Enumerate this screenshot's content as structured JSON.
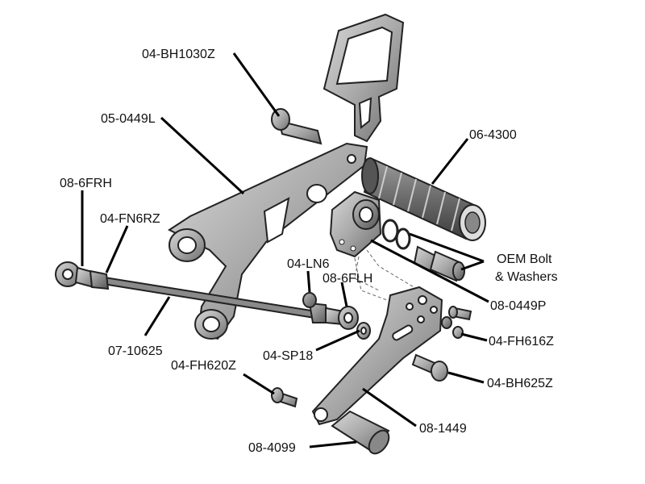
{
  "labels": {
    "bh1030z": "04-BH1030Z",
    "p0449l": "05-0449L",
    "p4300": "06-4300",
    "frh": "08-6FRH",
    "fn6rz": "04-FN6RZ",
    "oem_bolt_line1": "OEM Bolt",
    "oem_bolt_line2": "& Washers",
    "ln6": "04-LN6",
    "flh": "08-6FLH",
    "p0449p": "08-0449P",
    "rod": "07-10625",
    "sp18": "04-SP18",
    "fh616z": "04-FH616Z",
    "fh620z": "04-FH620Z",
    "bh625z": "04-BH625Z",
    "p1449": "08-1449",
    "p4099": "08-4099"
  }
}
